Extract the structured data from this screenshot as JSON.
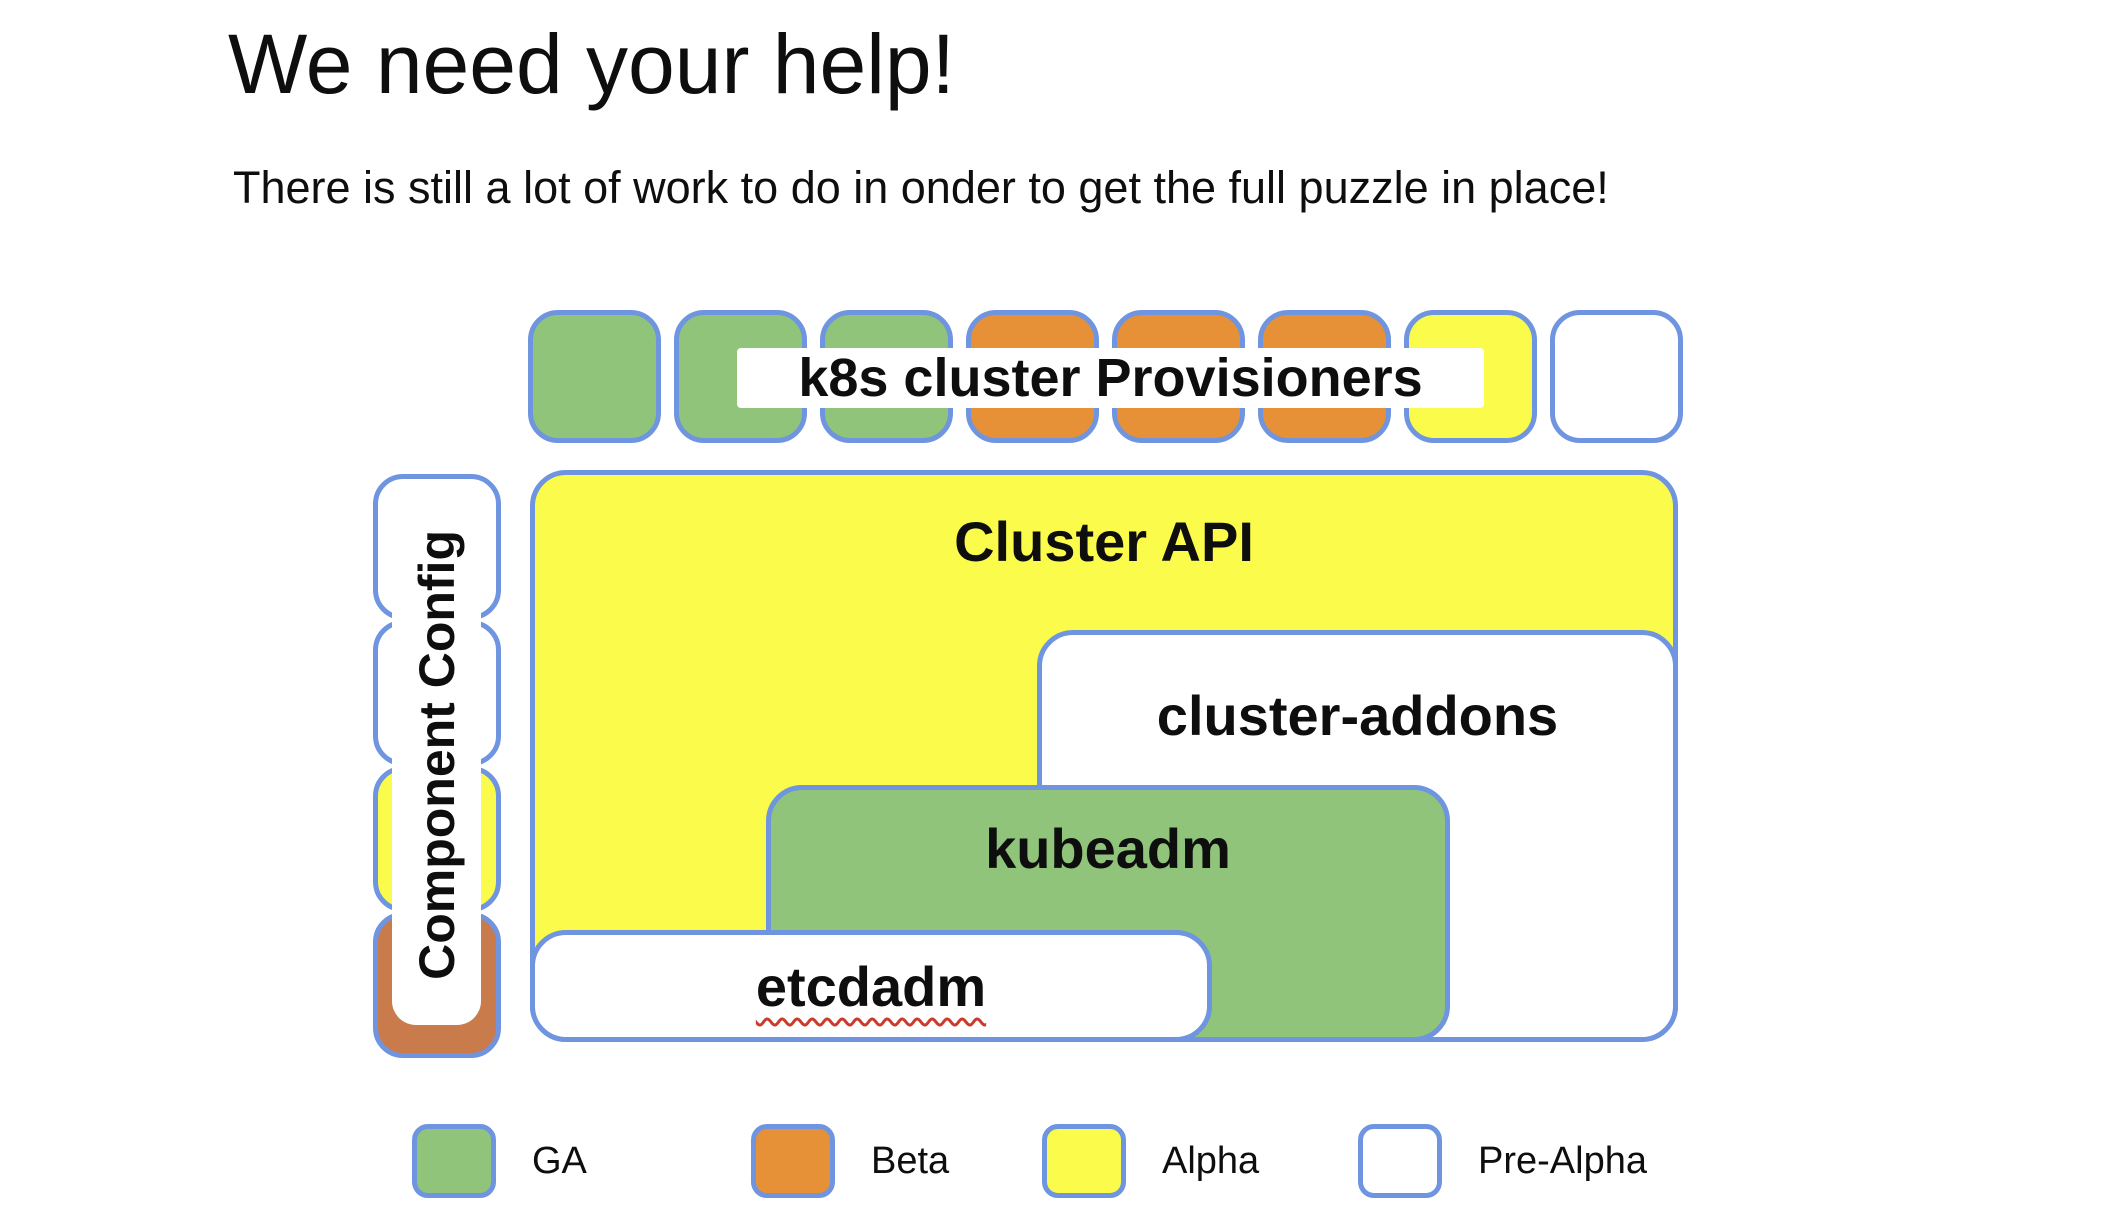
{
  "title": "We need your help!",
  "subtitle": "There is still a lot of work to do in onder to get the full puzzle in place!",
  "colors": {
    "ga": "#90C47A",
    "beta": "#E69138",
    "beta_dark": "#C97B4C",
    "alpha": "#FBFB4B",
    "pre_alpha": "#FFFFFF",
    "border_blue": "#6F94E0",
    "squiggle_red": "#CC3A2B",
    "text_black": "#0E0E0E"
  },
  "provisioners": {
    "label": "k8s cluster Provisioners",
    "squares": [
      "ga",
      "ga",
      "ga",
      "beta",
      "beta",
      "beta",
      "alpha",
      "pre_alpha"
    ]
  },
  "component_config": {
    "label": "Component Config",
    "squares": [
      "pre_alpha",
      "pre_alpha",
      "alpha",
      "beta_dark"
    ]
  },
  "boxes": [
    {
      "label": "Cluster API",
      "status": "alpha"
    },
    {
      "label": "cluster-addons",
      "status": "pre_alpha"
    },
    {
      "label": "kubeadm",
      "status": "ga"
    },
    {
      "label": "etcdadm",
      "status": "pre_alpha",
      "spellcheck_underline": true
    }
  ],
  "legend": {
    "items": [
      {
        "label": "GA",
        "color": "ga"
      },
      {
        "label": "Beta",
        "color": "beta"
      },
      {
        "label": "Alpha",
        "color": "alpha"
      },
      {
        "label": "Pre-Alpha",
        "color": "pre_alpha"
      }
    ]
  }
}
